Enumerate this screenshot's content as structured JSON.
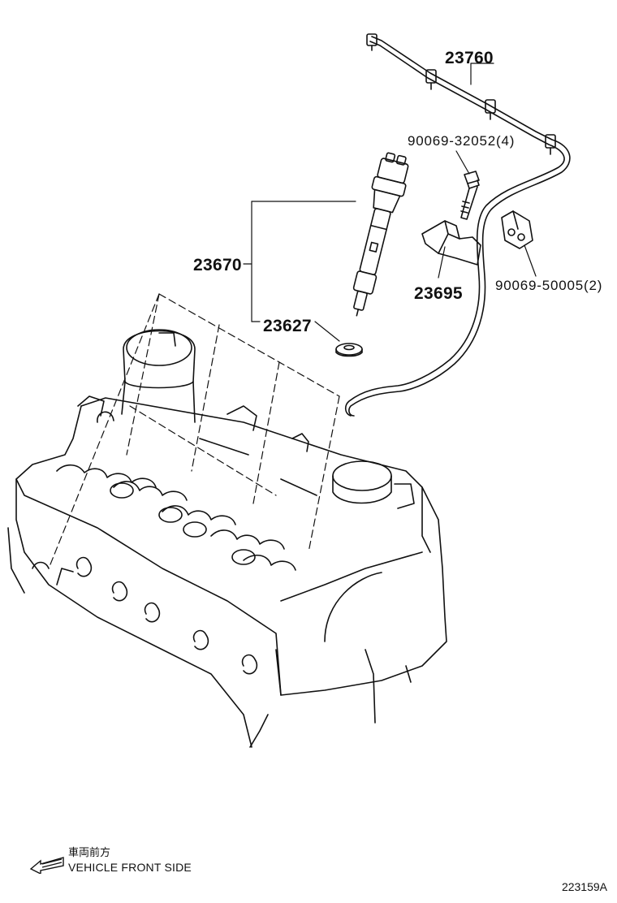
{
  "parts": {
    "fuel_tube": "23760",
    "injector_bolt": "90069-32052(4)",
    "injector": "23670",
    "injector_clamp": "23695",
    "clamp_nut": "90069-50005(2)",
    "injector_washer": "23627"
  },
  "direction": {
    "label_jp": "車両前方",
    "label_en": "VEHICLE FRONT SIDE"
  },
  "diagram_code": "223159A",
  "icons": {
    "direction_arrow": "arrow-left-icon"
  },
  "colors": {
    "ink": "#111111",
    "background": "#ffffff"
  }
}
